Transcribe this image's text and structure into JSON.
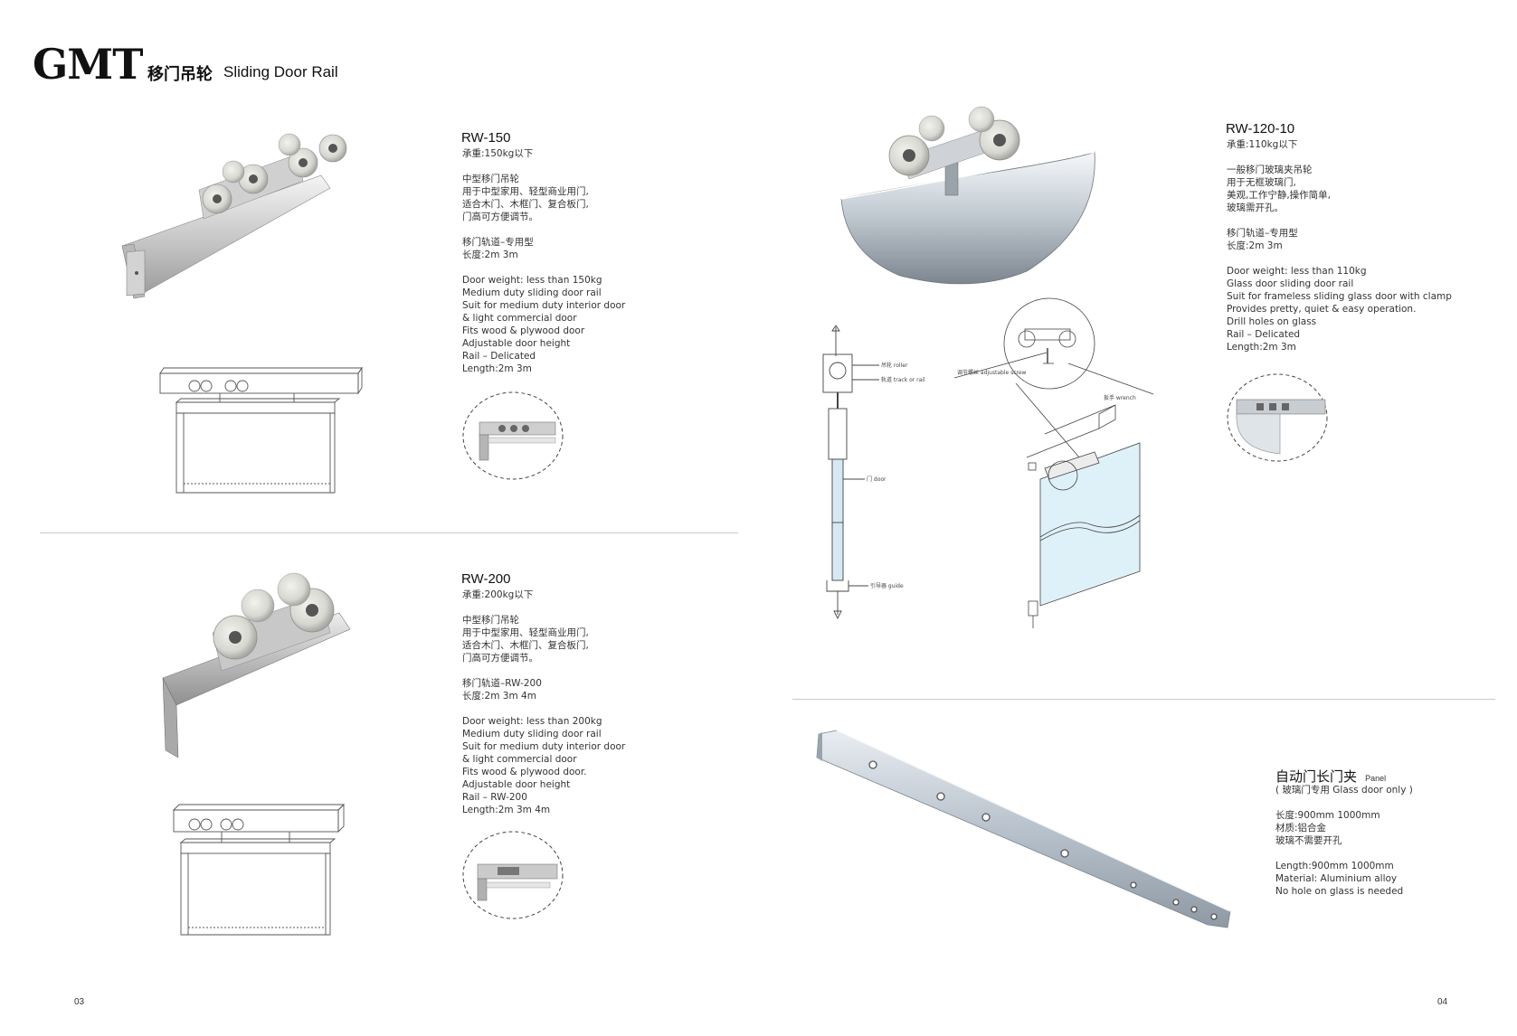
{
  "header": {
    "brand": "GMT",
    "title_cn": "移门吊轮",
    "title_en": "Sliding Door Rail"
  },
  "products": {
    "rw150": {
      "model": "RW-150",
      "load": "承重:150kg以下",
      "cn_desc": [
        "中型移门吊轮",
        "用于中型家用、轻型商业用门,",
        "适合木门、木框门、复合板门,",
        "门高可方便调节。"
      ],
      "cn_rail": [
        "移门轨道–专用型",
        "长度:2m  3m"
      ],
      "en": [
        "Door weight: less than 150kg",
        "Medium duty sliding door rail",
        "Suit for medium duty interior door",
        "& light commercial door",
        "Fits wood & plywood door",
        "Adjustable door height",
        "Rail – Delicated",
        "Length:2m  3m"
      ]
    },
    "rw200": {
      "model": "RW-200",
      "load": "承重:200kg以下",
      "cn_desc": [
        "中型移门吊轮",
        "用于中型家用、轻型商业用门,",
        "适合木门、木框门、复合板门,",
        "门高可方便调节。"
      ],
      "cn_rail": [
        "移门轨道–RW-200",
        "长度:2m  3m  4m"
      ],
      "en": [
        "Door weight: less than 200kg",
        "Medium duty sliding door rail",
        "Suit for medium duty interior door",
        "& light commercial door",
        "Fits wood & plywood door.",
        "Adjustable door height",
        "Rail – RW-200",
        "Length:2m  3m  4m"
      ]
    },
    "rw12010": {
      "model": "RW-120-10",
      "load": "承重:110kg以下",
      "cn_desc": [
        "一般移门玻璃夹吊轮",
        "用于无框玻璃门,",
        "美观,工作宁静,操作简单,",
        "玻璃需开孔。"
      ],
      "cn_rail": [
        "移门轨道–专用型",
        "长度:2m  3m"
      ],
      "en": [
        "Door weight: less than 110kg",
        "Glass door sliding door rail",
        "Suit for frameless sliding glass door with clamp",
        "Provides pretty, quiet & easy operation.",
        "Drill holes on glass",
        "Rail – Delicated",
        "Length:2m  3m"
      ]
    },
    "panel": {
      "title_cn": "自动门长门夹",
      "title_en": "Panel",
      "note": "( 玻璃门专用 Glass door only )",
      "cn": [
        "长度:900mm 1000mm",
        "材质:铝合金",
        "玻璃不需要开孔"
      ],
      "en": [
        "Length:900mm 1000mm",
        "Material: Aluminium alloy",
        "No hole on glass is needed"
      ]
    }
  },
  "diagram_labels": {
    "roller": "吊轮 roller",
    "track": "轨道 track or rail",
    "door": "门 door",
    "guide": "引导器 guide",
    "adjustable_screw": "调节螺丝 adjustable screw",
    "wrench": "扳手 wrench"
  },
  "footer": {
    "page_left": "03",
    "page_right": "04"
  }
}
